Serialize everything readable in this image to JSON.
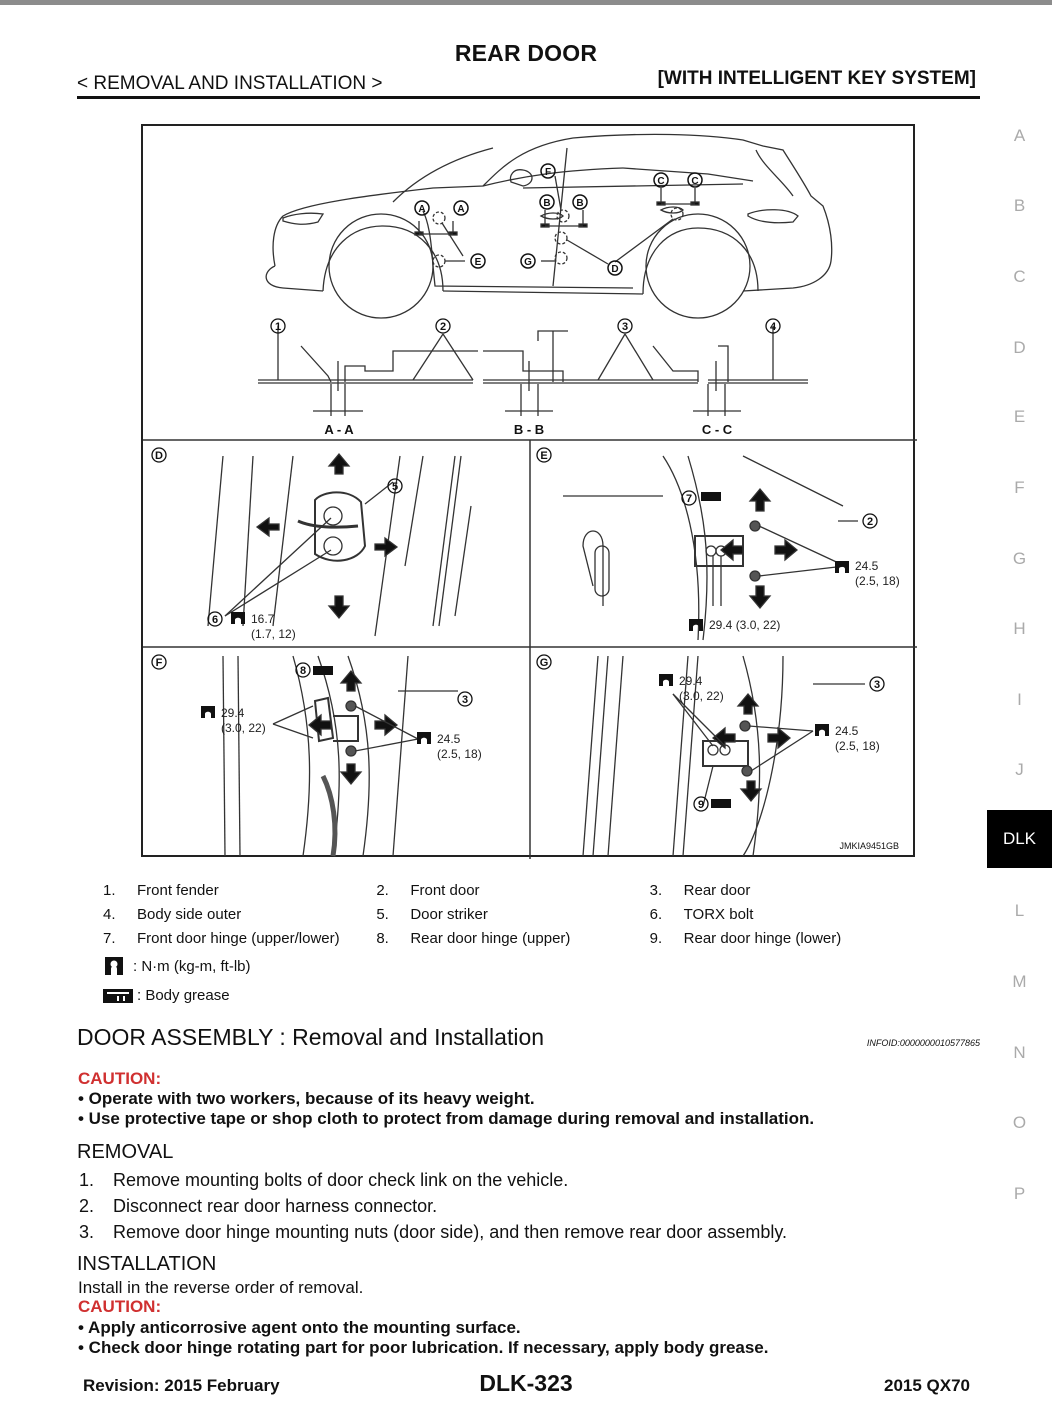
{
  "header": {
    "title": "REAR DOOR",
    "section": "< REMOVAL AND INSTALLATION >",
    "variant": "[WITH INTELLIGENT KEY SYSTEM]"
  },
  "figure": {
    "code": "JMKIA9451GB",
    "car_callouts": [
      "A",
      "A",
      "E",
      "F",
      "B",
      "B",
      "G",
      "C",
      "C",
      "D"
    ],
    "section_labels": [
      "A - A",
      "B - B",
      "C - C"
    ],
    "section_parts": [
      "1",
      "2",
      "3",
      "4"
    ],
    "panels": {
      "D": {
        "letter": "D",
        "parts": [
          "5",
          "6"
        ],
        "torque": "16.7\n(1.7, 12)"
      },
      "E": {
        "letter": "E",
        "parts": [
          "7",
          "2"
        ],
        "torque_a": "24.5\n(2.5, 18)",
        "torque_b": "29.4 (3.0, 22)"
      },
      "F": {
        "letter": "F",
        "parts": [
          "8",
          "3"
        ],
        "torque_a": "29.4\n(3.0, 22)",
        "torque_b": "24.5\n(2.5, 18)"
      },
      "G": {
        "letter": "G",
        "parts": [
          "9",
          "3"
        ],
        "torque_a": "29.4\n(3.0, 22)",
        "torque_b": "24.5\n(2.5, 18)"
      }
    }
  },
  "legend": {
    "items": [
      {
        "num": "1.",
        "label": "Front fender"
      },
      {
        "num": "2.",
        "label": "Front door"
      },
      {
        "num": "3.",
        "label": "Rear door"
      },
      {
        "num": "4.",
        "label": "Body side outer"
      },
      {
        "num": "5.",
        "label": "Door striker"
      },
      {
        "num": "6.",
        "label": "TORX bolt"
      },
      {
        "num": "7.",
        "label": "Front door hinge (upper/lower)"
      },
      {
        "num": "8.",
        "label": "Rear door hinge (upper)"
      },
      {
        "num": "9.",
        "label": "Rear door hinge (lower)"
      }
    ],
    "torque_symbol": ": N·m (kg-m, ft-lb)",
    "grease_symbol": ": Body grease"
  },
  "content": {
    "heading": "DOOR ASSEMBLY : Removal and Installation",
    "infoid": "INFOID:0000000010577865",
    "caution_label": "CAUTION:",
    "caution1": [
      "• Operate with two workers, because of its heavy weight.",
      "• Use protective tape or shop cloth to protect from damage during removal and installation."
    ],
    "removal_heading": "REMOVAL",
    "removal_steps": [
      {
        "num": "1.",
        "text": "Remove mounting bolts of door check link on the vehicle."
      },
      {
        "num": "2.",
        "text": "Disconnect rear door harness connector."
      },
      {
        "num": "3.",
        "text": "Remove door hinge mounting nuts (door side), and then remove rear door assembly."
      }
    ],
    "installation_heading": "INSTALLATION",
    "installation_text": "Install in the reverse order of removal.",
    "caution2": [
      "• Apply anticorrosive agent onto the mounting surface.",
      "• Check door hinge rotating part for poor lubrication. If necessary, apply body grease."
    ]
  },
  "footer": {
    "revision": "Revision: 2015 February",
    "page": "DLK-323",
    "model": "2015 QX70"
  },
  "side_tabs": [
    "A",
    "B",
    "C",
    "D",
    "E",
    "F",
    "G",
    "H",
    "I",
    "J",
    "DLK",
    "L",
    "M",
    "N",
    "O",
    "P"
  ],
  "active_tab": "DLK",
  "colors": {
    "caution": "#d03030",
    "active_tab_bg": "#000000"
  }
}
